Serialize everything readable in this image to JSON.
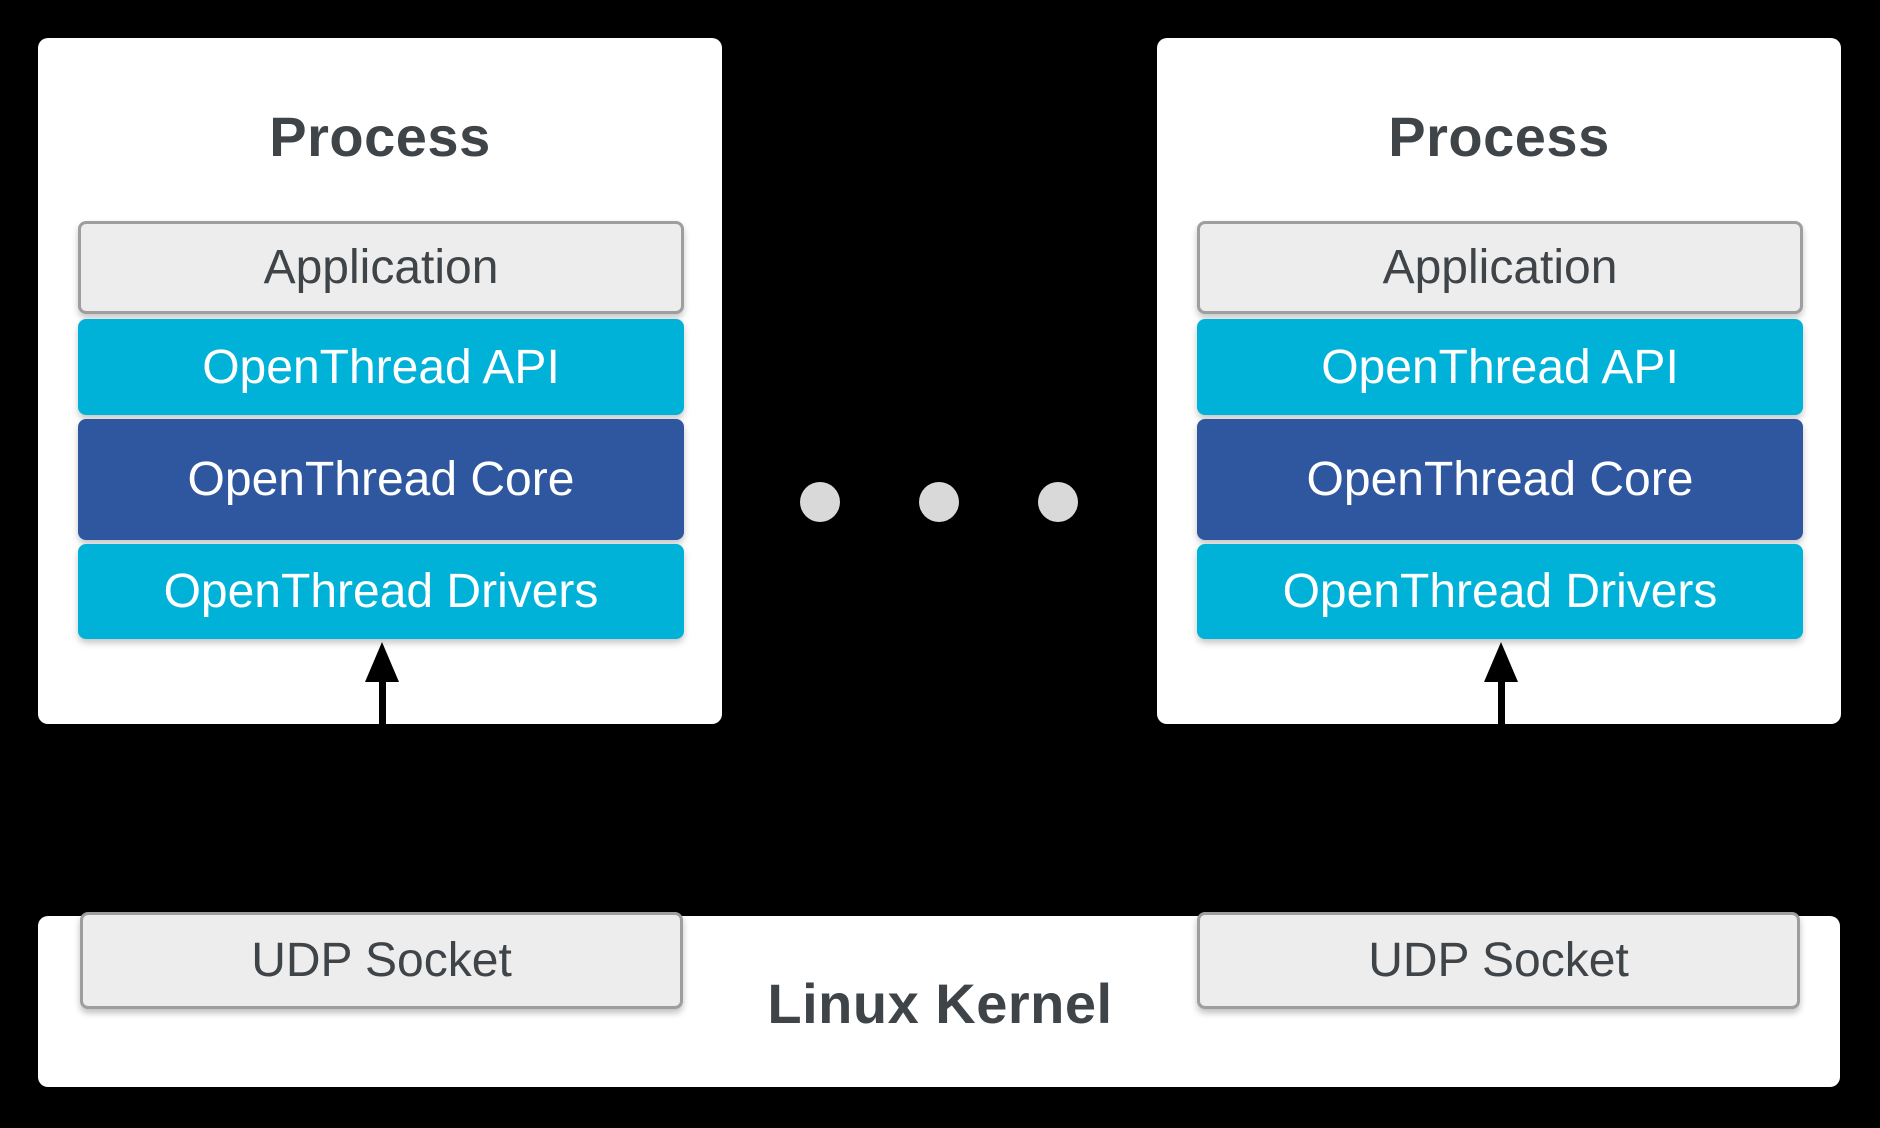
{
  "diagram": {
    "processes": [
      {
        "title": "Process",
        "layers": [
          {
            "label": "Application"
          },
          {
            "label": "OpenThread API"
          },
          {
            "label": "OpenThread Core"
          },
          {
            "label": "OpenThread Drivers"
          }
        ]
      },
      {
        "title": "Process",
        "layers": [
          {
            "label": "Application"
          },
          {
            "label": "OpenThread API"
          },
          {
            "label": "OpenThread Core"
          },
          {
            "label": "OpenThread Drivers"
          }
        ]
      }
    ],
    "separator_dots": 3,
    "kernel": {
      "label": "Linux Kernel",
      "sockets": [
        {
          "label": "UDP Socket"
        },
        {
          "label": "UDP Socket"
        }
      ]
    },
    "colors": {
      "background": "#000000",
      "process_box": "#ffffff",
      "layer_cyan": "#00b1d8",
      "layer_blue": "#2f579f",
      "neutral_fill": "#ededed",
      "neutral_border": "#9e9e9e",
      "text_dark": "#3f4449",
      "text_light": "#ffffff",
      "dot": "#d9d9d9",
      "arrow": "#000000"
    }
  }
}
